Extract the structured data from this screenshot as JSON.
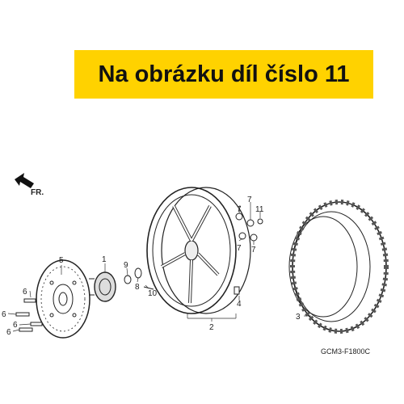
{
  "banner": {
    "text": "Na obrázku díl číslo 11",
    "color": "#ffd200"
  },
  "direction_label": "FR.",
  "part_numbers": [
    "1",
    "2",
    "3",
    "4",
    "5",
    "6",
    "6",
    "6",
    "6",
    "7",
    "7",
    "7",
    "7",
    "8",
    "9",
    "10",
    "11"
  ],
  "diagram_code": "GCM3-F1800C"
}
